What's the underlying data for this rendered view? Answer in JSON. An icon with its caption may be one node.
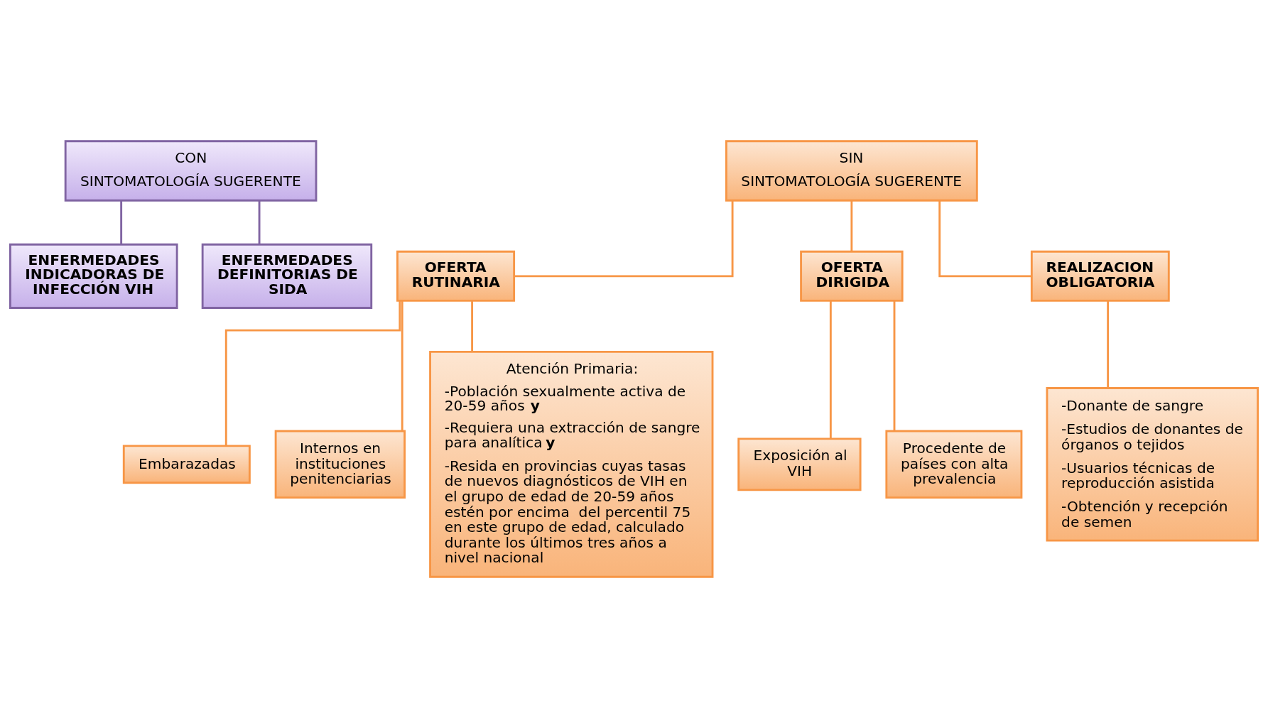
{
  "diagram": {
    "nodes": [
      {
        "text": [
          "CON",
          "SINTOMATOLOGÍA SUGERENTE"
        ]
      },
      {
        "text": [
          "ENFERMEDADES INDICADORAS DE INFECCIÓN VIH"
        ]
      },
      {
        "text": [
          "ENFERMEDADES DEFINITORIAS DE SIDA"
        ]
      },
      {
        "text": [
          "SIN",
          "SINTOMATOLOGÍA SUGERENTE"
        ]
      },
      {
        "text": [
          "OFERTA RUTINARIA"
        ]
      },
      {
        "text": [
          "OFERTA DIRIGIDA"
        ]
      },
      {
        "text": [
          "REALIZACION OBLIGATORIA"
        ]
      },
      {
        "text": [
          "Embarazadas"
        ]
      },
      {
        "text": [
          "Internos en instituciones penitenciarias"
        ]
      },
      {
        "text": [
          "Atención Primaria:",
          "-Población sexualmente activa de 20-59 años **y**",
          "-Requiera una extracción de sangre para analítica **y**",
          "-Resida en provincias cuyas tasas de nuevos diagnósticos de VIH en el grupo de edad de 20-59 años estén por encima  del percentil 75 en este grupo de edad, calculado durante los últimos tres años a nivel nacional"
        ]
      },
      {
        "text": [
          "Exposición al VIH"
        ]
      },
      {
        "text": [
          "Procedente de países con alta prevalencia"
        ]
      },
      {
        "text": [
          "-Donante de sangre",
          "-Estudios de donantes de órganos o tejidos",
          "-Usuarios técnicas de reproducción asistida",
          "-Obtención y recepción de semen"
        ]
      }
    ],
    "edges": [
      {
        "from": 0,
        "to": 1,
        "arrow": "none",
        "color": "#8064a2"
      },
      {
        "from": 0,
        "to": 2,
        "arrow": "none",
        "color": "#8064a2"
      },
      {
        "from": 3,
        "to": 4,
        "arrow": "none"
      },
      {
        "from": 3,
        "to": 5,
        "arrow": "none"
      },
      {
        "from": 3,
        "to": 6,
        "arrow": "none"
      },
      {
        "from": 4,
        "to": 7,
        "arrow": "none"
      },
      {
        "from": 4,
        "to": 8,
        "arrow": "none"
      },
      {
        "from": 4,
        "to": 9,
        "arrow": "none"
      },
      {
        "from": 5,
        "to": 10,
        "arrow": "none"
      },
      {
        "from": 5,
        "to": 11,
        "arrow": "none"
      },
      {
        "from": 6,
        "to": 12,
        "arrow": "none"
      }
    ]
  }
}
